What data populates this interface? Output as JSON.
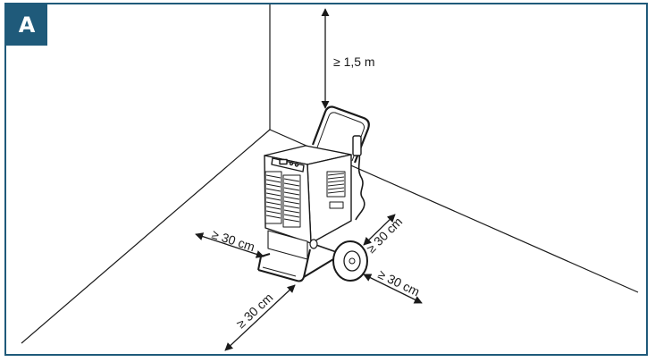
{
  "figure": {
    "badge_letter": "A",
    "colors": {
      "frame": "#1f5a7a",
      "badge_bg": "#1f5a7a",
      "badge_text": "#ffffff",
      "line": "#1a1a1a"
    },
    "labels": {
      "top_clearance": "≥ 1,5 m",
      "left_clearance": "≥ 30 cm",
      "front_clearance": "≥ 30 cm",
      "back_clearance": "≥ 30 cm",
      "right_clearance": "≥ 30 cm"
    }
  }
}
